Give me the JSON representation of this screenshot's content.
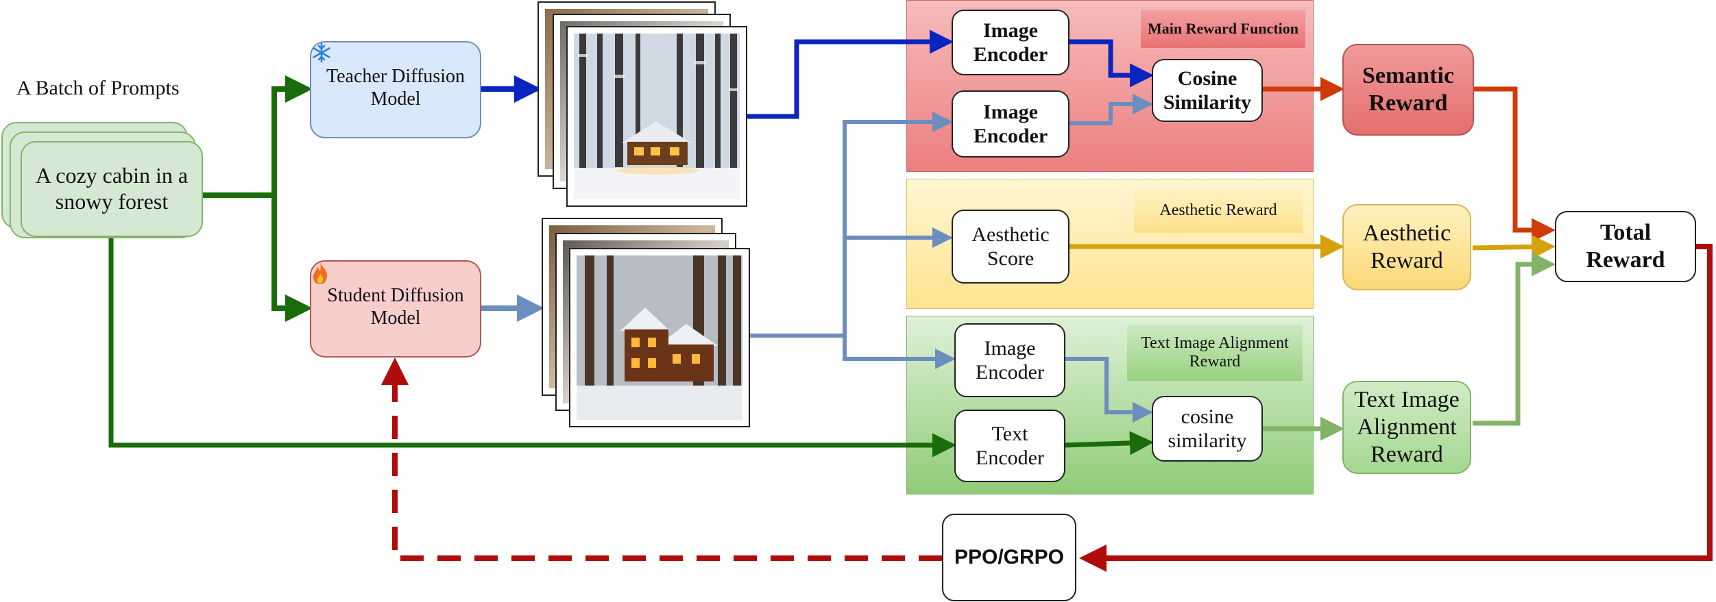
{
  "prompts": {
    "heading": "A Batch of Prompts",
    "example": "A cozy cabin in a snowy forest"
  },
  "teacher": {
    "label": "Teacher Diffusion Model",
    "icon": "snowflake-icon"
  },
  "student": {
    "label": "Student Diffusion Model",
    "icon": "fire-icon"
  },
  "main_reward": {
    "title": "Main Reward Function",
    "image_encoder_1": "Image Encoder",
    "image_encoder_2": "Image Encoder",
    "cosine": "Cosine Similarity"
  },
  "aesthetic": {
    "title": "Aesthetic Reward",
    "score": "Aesthetic Score"
  },
  "alignment": {
    "title": "Text Image Alignment Reward",
    "image_encoder": "Image Encoder",
    "text_encoder": "Text Encoder",
    "cosine": "cosine similarity"
  },
  "outputs": {
    "semantic": "Semantic Reward",
    "aesthetic": "Aesthetic Reward",
    "alignment": "Text Image Alignment Reward",
    "total": "Total Reward"
  },
  "optimizer": "PPO/GRPO",
  "colors": {
    "blue_dark": "#0a24c0",
    "blue_light": "#6c8ebf",
    "green_dark": "#1a6b0a",
    "orange_red": "#d03a07",
    "gold": "#d6a20a",
    "green_light": "#82b366",
    "dark_red": "#b00c0c",
    "teacher_fill": "#dae8fc",
    "student_fill": "#f8cecc",
    "prompt_fill": "#d5e8d4",
    "region_red": "#f08c8c",
    "region_yellow": "#ffea9c",
    "region_green": "#9fd28b",
    "semantic_fill": "#e88080",
    "aesthetic_fill": "#fde58f",
    "alignment_fill": "#b7dca4"
  }
}
